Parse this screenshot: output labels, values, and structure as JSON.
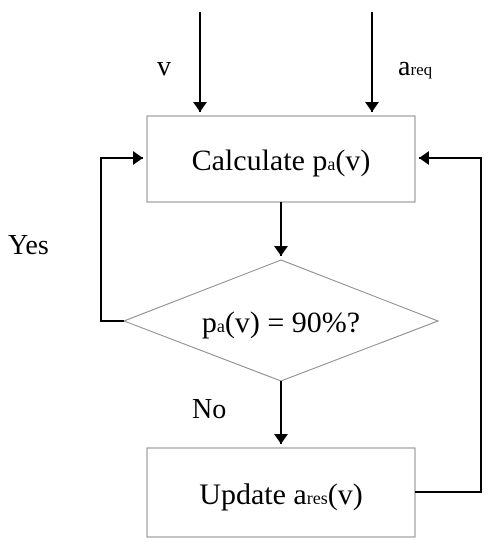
{
  "inputs": {
    "left_label": "v",
    "right_label_main": "a",
    "right_label_sub": "req"
  },
  "calc_box": {
    "text_main": "Calculate p",
    "text_sub": "a",
    "text_tail": "(v)"
  },
  "decision": {
    "text_main": "p",
    "text_sub": "a",
    "text_tail": "(v) = 90%?"
  },
  "branches": {
    "yes_label": "Yes",
    "no_label": "No"
  },
  "update_box": {
    "text_main": "Update a",
    "text_sub": "res",
    "text_tail": "(v)"
  },
  "colors": {
    "line": "#000000",
    "box_border": "#8a8a8a",
    "background": "#ffffff"
  }
}
